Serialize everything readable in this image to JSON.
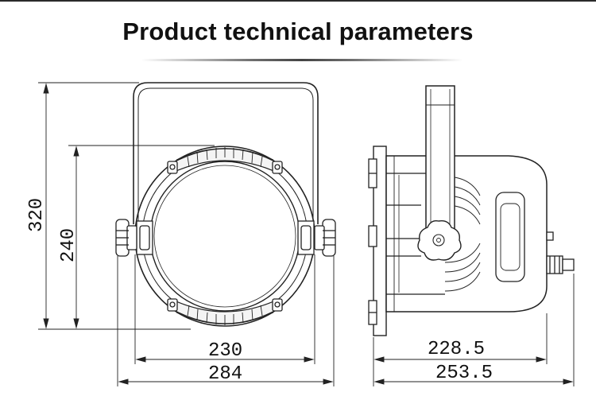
{
  "title": "Product technical parameters",
  "dimensions": {
    "overall_height": "320",
    "body_height": "240",
    "front_inner_width": "230",
    "front_overall_width": "284",
    "side_body_depth": "228.5",
    "side_overall_depth": "253.5"
  }
}
